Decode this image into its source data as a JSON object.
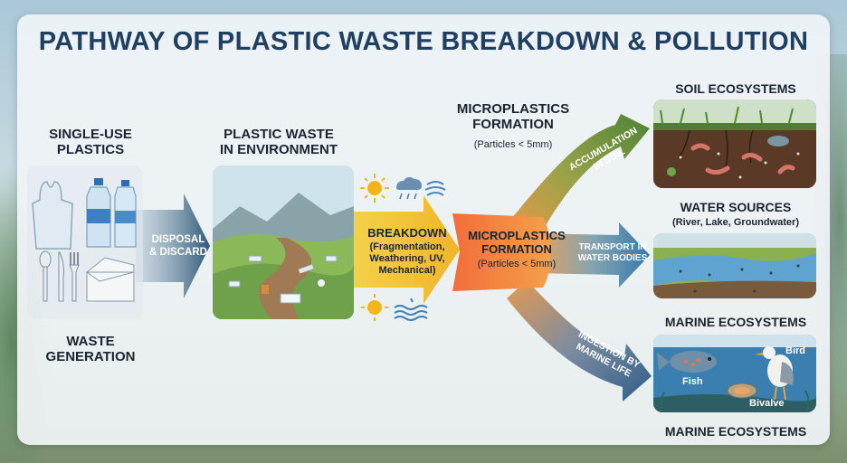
{
  "title": "PATHWAY OF PLASTIC WASTE BREAKDOWN & POLLUTION",
  "source": {
    "heading": "SINGLE-USE\nPLASTICS",
    "footer": "WASTE\nGENERATION"
  },
  "arrow_disposal": "DISPOSAL\n& DISCARD",
  "environment": {
    "heading": "PLASTIC WASTE\nIN ENVIRONMENT"
  },
  "breakdown": {
    "title": "BREAKDOWN",
    "detail": "(Fragmentation,\nWeathering, UV,\nMechanical)"
  },
  "micro_top": {
    "heading": "MICROPLASTICS\nFORMATION",
    "sub": "(Particles < 5mm)"
  },
  "micro_arrow": {
    "heading": "MICROPLASTICS\nFORMATION",
    "sub": "(Particles < 5mm)"
  },
  "branches": {
    "soil": "ACCUMULATION\nIN SOIL",
    "water": "TRANSPORT IN\nWATER BODIES",
    "marine": "INGESTION BY\nMARINE LIFE"
  },
  "destinations": {
    "soil": {
      "heading": "SOIL ECOSYSTEMS"
    },
    "water": {
      "heading": "WATER SOURCES",
      "sub": "(River, Lake, Groundwater)"
    },
    "marine": {
      "heading": "MARINE ECOSYSTEMS",
      "footer": "MARINE ECOSYSTEMS",
      "labels": {
        "fish": "Fish",
        "bird": "Bird",
        "bivalve": "Bivalve"
      }
    }
  },
  "colors": {
    "title": "#1f3f63",
    "disposal_arrow": "#2f5878",
    "breakdown_arrow": "#f2c230",
    "micro_arrow": "#f08a3a",
    "soil_branch": "#5b8a3c",
    "water_branch": "#3e82b6",
    "marine_branch": "#2f5e8a"
  },
  "icons": [
    "plastic-bag-icon",
    "water-bottle-icon",
    "fork-icon",
    "knife-icon",
    "spoon-icon",
    "takeout-box-icon",
    "sun-icon",
    "rain-cloud-icon",
    "wind-icon",
    "wave-icon",
    "worm-icon",
    "fish-icon",
    "bird-icon",
    "clam-icon"
  ]
}
